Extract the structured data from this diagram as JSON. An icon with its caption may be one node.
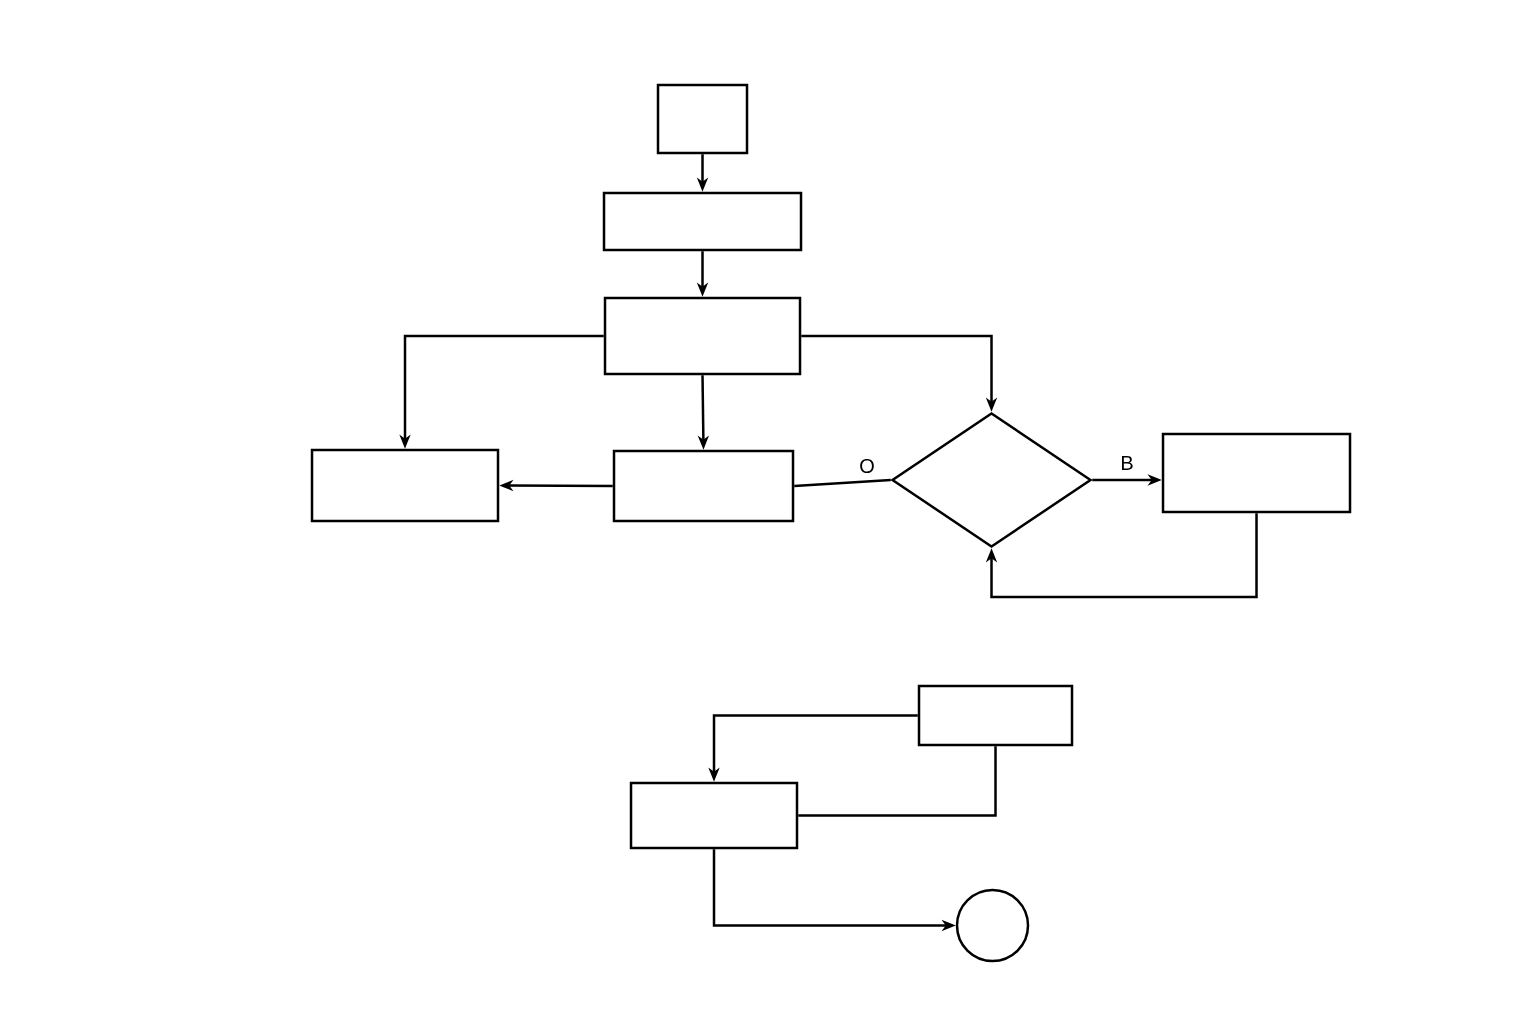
{
  "diagram": {
    "nodes": [
      {
        "text": [],
        "shape": "box"
      },
      {
        "text": [],
        "shape": "box"
      },
      {
        "text": [],
        "shape": "box"
      },
      {
        "text": [],
        "shape": "box"
      },
      {
        "text": [],
        "shape": "box"
      },
      {
        "text": [],
        "shape": "diamond"
      },
      {
        "text": [],
        "shape": "box"
      },
      {
        "text": [],
        "shape": "box"
      },
      {
        "text": [],
        "shape": "box"
      },
      {
        "text": [],
        "shape": "circle"
      }
    ],
    "edges": [
      {
        "from": 0,
        "to": 1,
        "arrow": "to"
      },
      {
        "from": 1,
        "to": 2,
        "arrow": "to"
      },
      {
        "from": 2,
        "to": 3,
        "arrow": "to"
      },
      {
        "from": 2,
        "to": 4,
        "arrow": "to"
      },
      {
        "from": 2,
        "to": 5,
        "arrow": "to"
      },
      {
        "from": 4,
        "to": 3,
        "arrow": "to"
      },
      {
        "from": 4,
        "to": 5,
        "arrow": "none",
        "label": "O"
      },
      {
        "from": 5,
        "to": 6,
        "arrow": "to",
        "label": "B"
      },
      {
        "from": 6,
        "to": 5,
        "arrow": "to"
      },
      {
        "from": 7,
        "to": 8,
        "arrow": "to"
      },
      {
        "from": 8,
        "to": 7,
        "arrow": "none"
      },
      {
        "from": 8,
        "to": 9,
        "arrow": "to"
      }
    ]
  }
}
